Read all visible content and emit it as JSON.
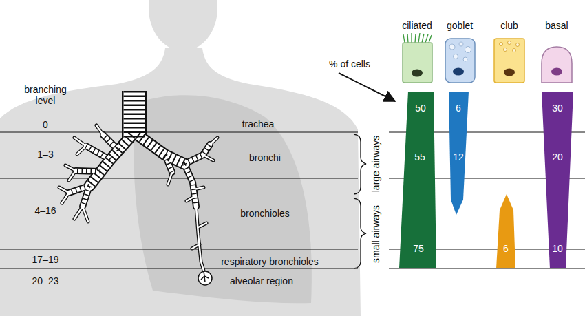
{
  "diagram": {
    "nodes": [
      {
        "text": [
          "50",
          "55",
          "75"
        ]
      },
      {
        "text": [
          "6",
          "12"
        ]
      },
      {
        "text": [
          "6"
        ]
      },
      {
        "text": [
          "30",
          "20",
          "10"
        ]
      }
    ],
    "labels": [
      "branching level",
      "0",
      "1–3",
      "4–16",
      "17–19",
      "20–23",
      "trachea",
      "bronchi",
      "bronchioles",
      "respiratory bronchioles",
      "alveolar region",
      "large airways",
      "small airways",
      "% of cells",
      "ciliated",
      "goblet",
      "club",
      "basal"
    ]
  }
}
